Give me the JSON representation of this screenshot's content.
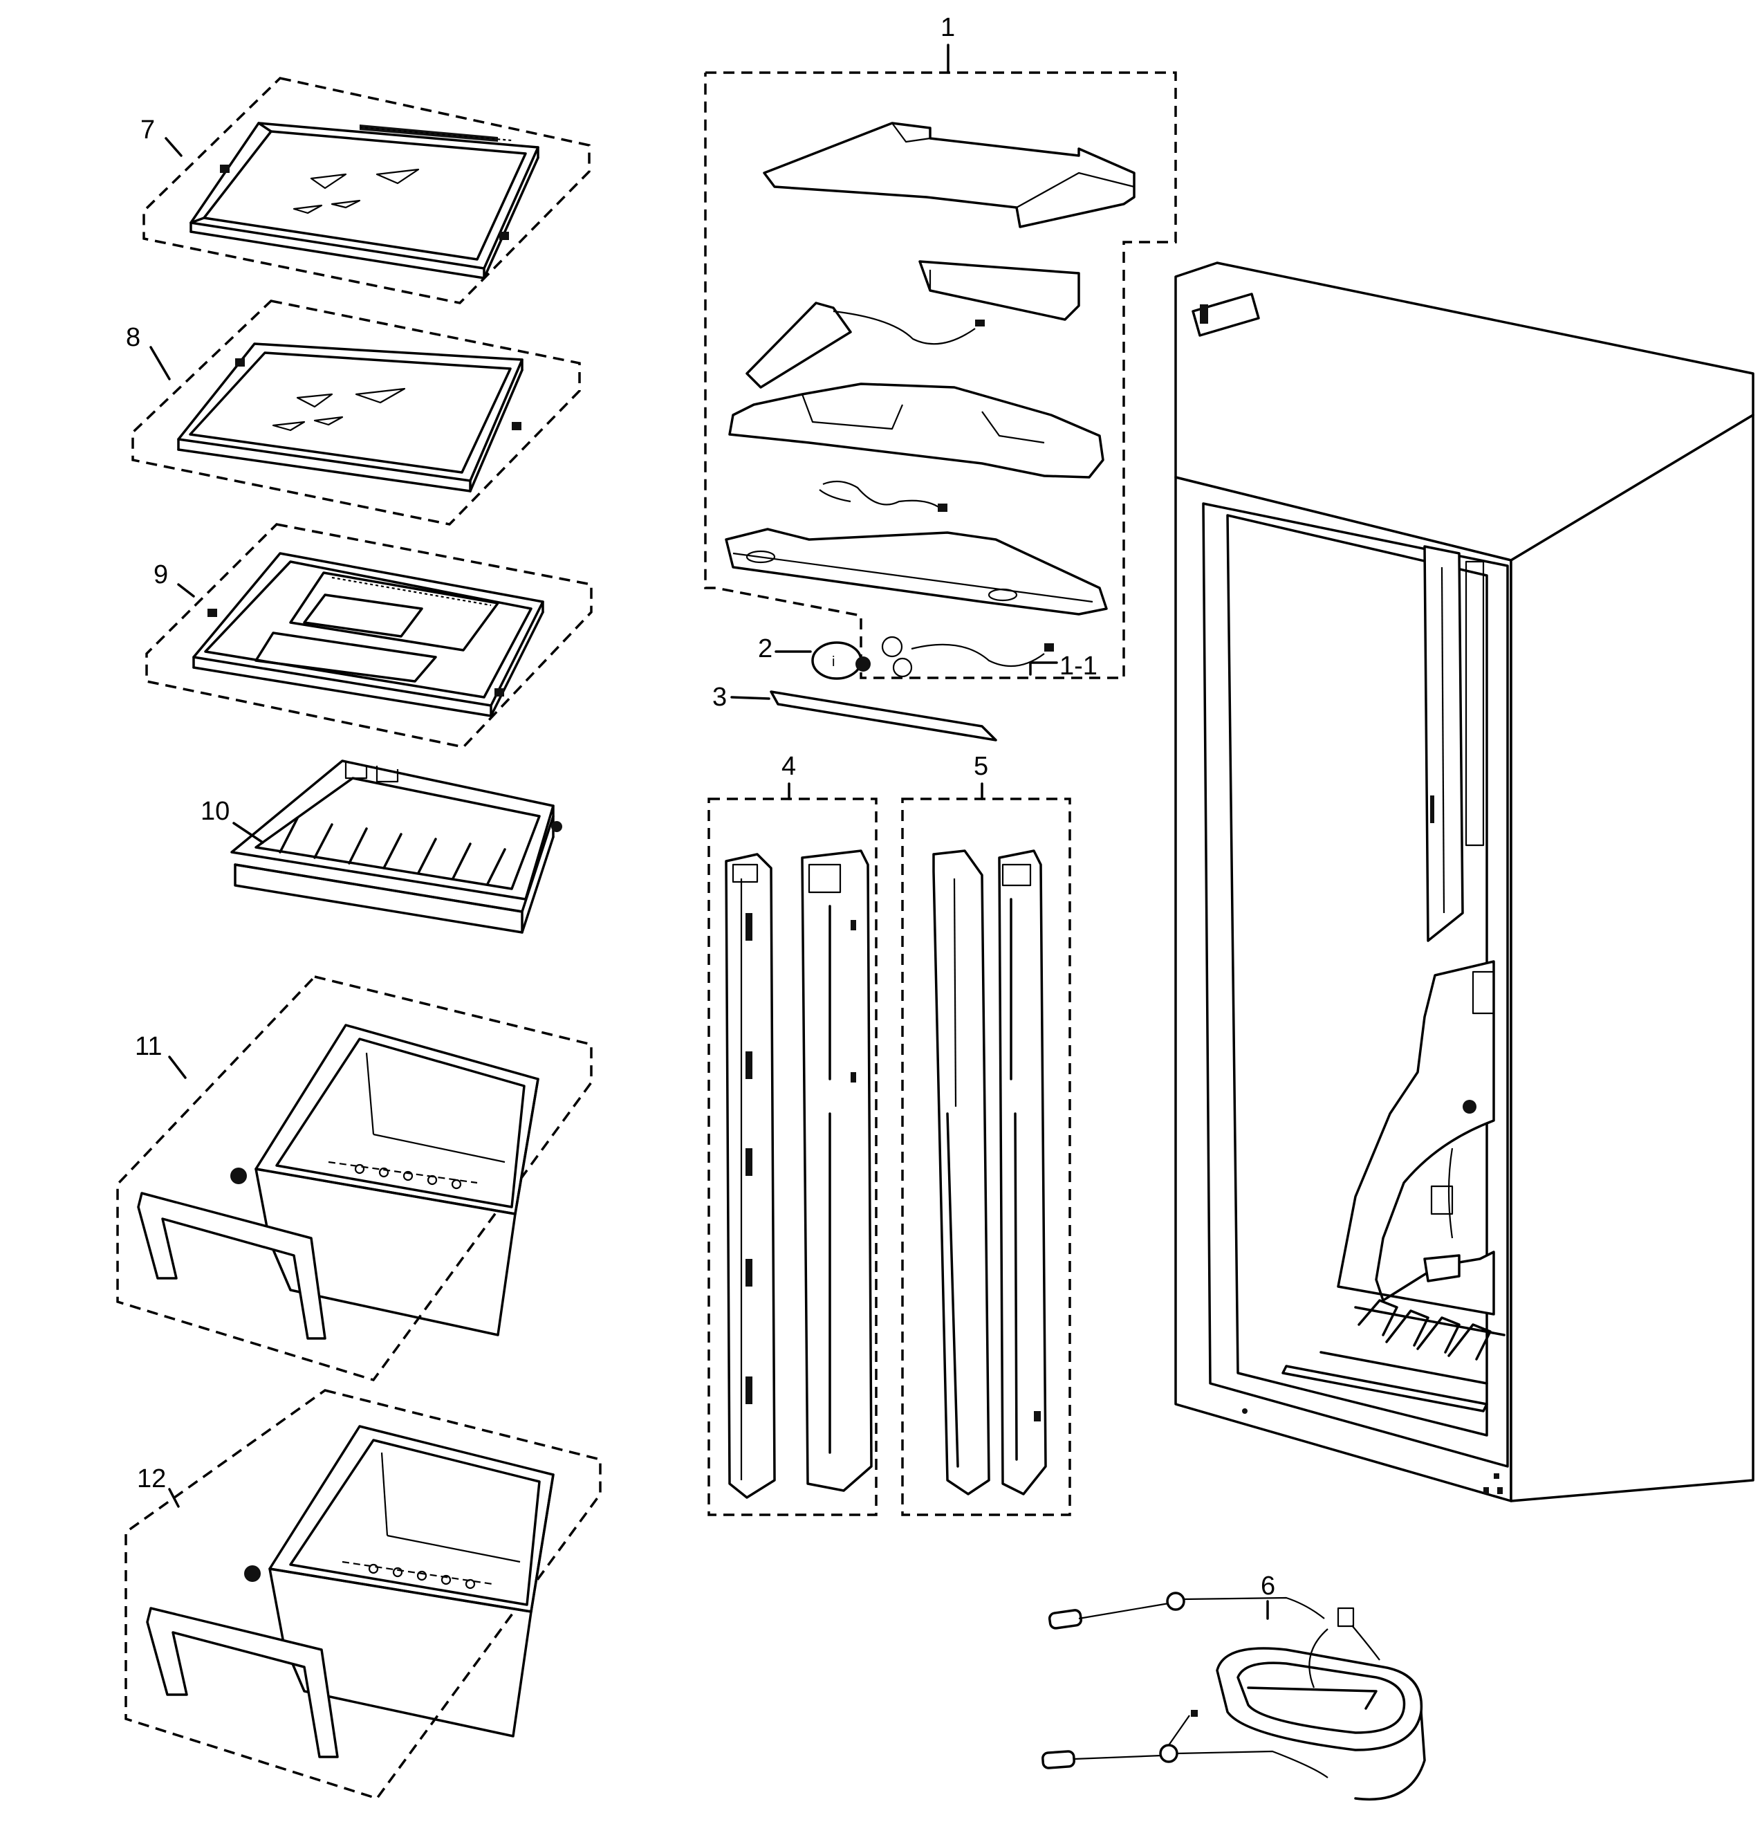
{
  "callouts": {
    "c1": "1",
    "c1_1": "1-1",
    "c2": "2",
    "c3": "3",
    "c4": "4",
    "c5": "5",
    "c6": "6",
    "c7": "7",
    "c8": "8",
    "c9": "9",
    "c10": "10",
    "c11": "11",
    "c12": "12"
  }
}
